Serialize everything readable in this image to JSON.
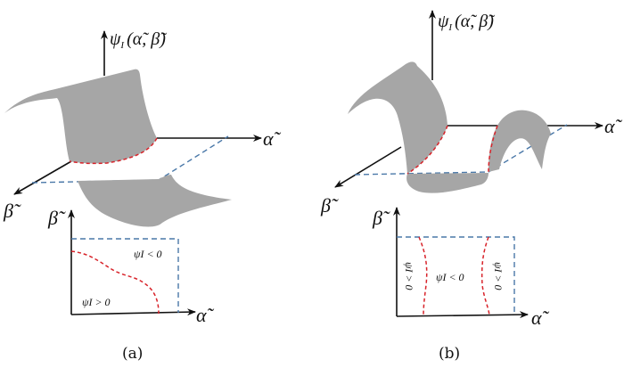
{
  "panels": [
    {
      "caption": "(a)",
      "z_axis_label": "ψ",
      "z_axis_sub": "I",
      "z_axis_args": "(α̃, β̃)",
      "alpha_label": "α̃",
      "beta_label": "β̃",
      "inset": {
        "alpha_label": "α̃",
        "beta_label": "β̃",
        "region_neg": "ψI < 0",
        "region_pos": "ψI > 0"
      }
    },
    {
      "caption": "(b)",
      "z_axis_label": "ψ",
      "z_axis_sub": "I",
      "z_axis_args": "(α̃, β̃)",
      "alpha_label": "α̃",
      "beta_label": "β̃",
      "inset": {
        "alpha_label": "α̃",
        "beta_label": "β̃",
        "region_pos_left": "ψI > 0",
        "region_neg": "ψI < 0",
        "region_pos_right": "ψI > 0"
      }
    }
  ],
  "colors": {
    "surface": "#a6a6a6",
    "boundary": "#d8232a",
    "domain": "#4a78a8"
  }
}
